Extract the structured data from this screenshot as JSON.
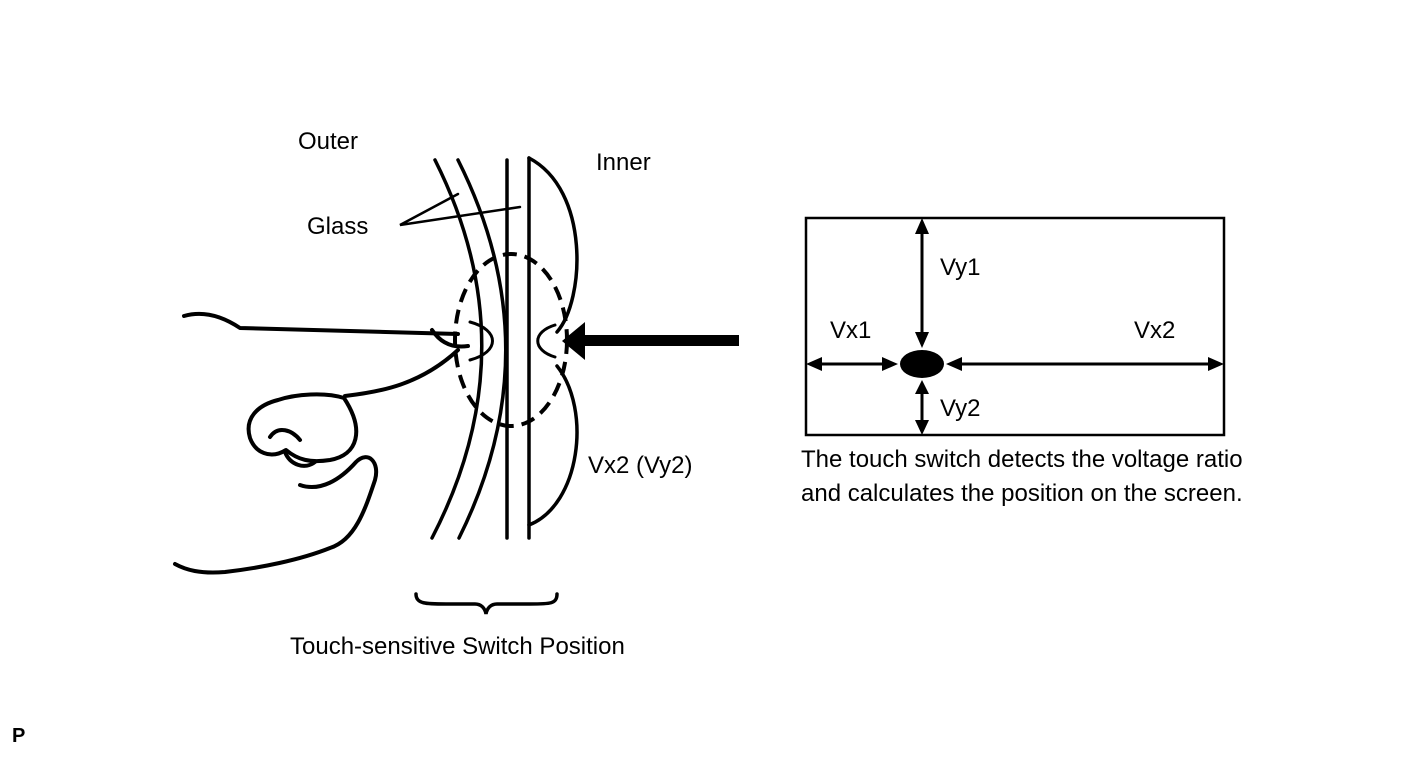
{
  "labels": {
    "outer": "Outer",
    "inner": "Inner",
    "glass": "Glass",
    "vx2_vy2": "Vx2 (Vy2)",
    "switch_position": "Touch-sensitive Switch Position",
    "vy1": "Vy1",
    "vx1": "Vx1",
    "vx2": "Vx2",
    "vy2": "Vy2"
  },
  "description": {
    "line1": "The touch switch detects the voltage ratio",
    "line2": "and calculates the position on the screen."
  },
  "figure_id": "P",
  "colors": {
    "ink": "#000000",
    "background": "#ffffff"
  }
}
